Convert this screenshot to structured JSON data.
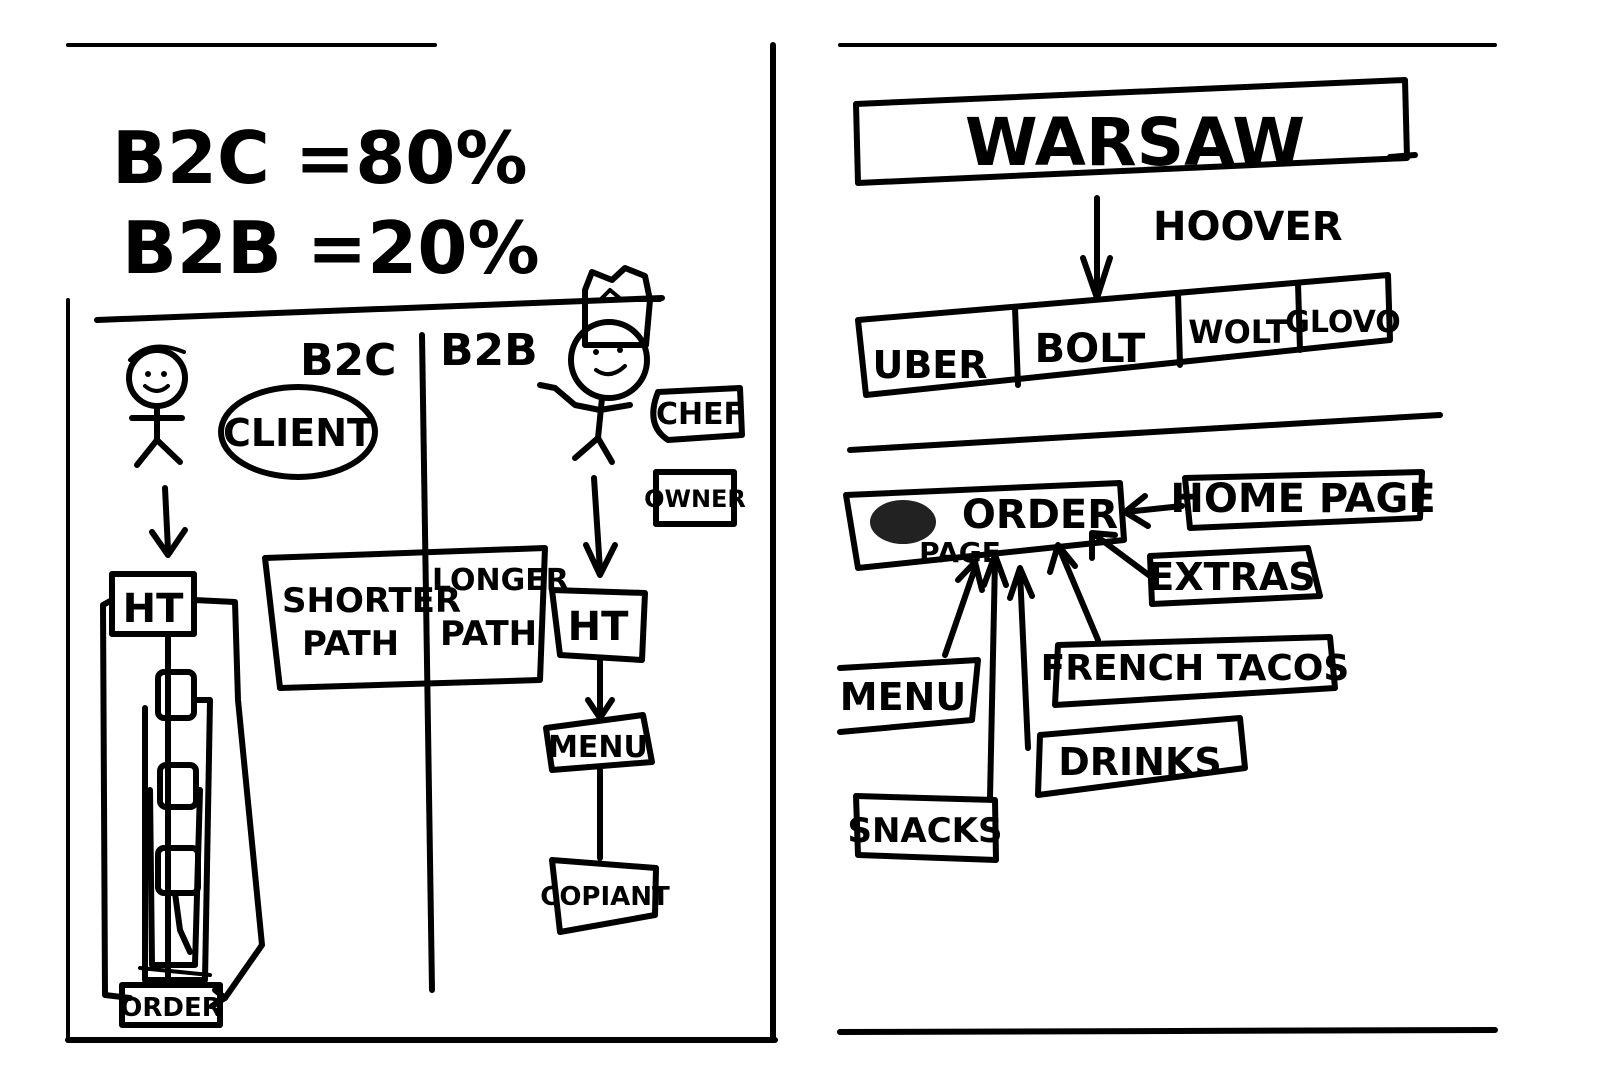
{
  "left_page": {
    "ratios": {
      "b2c": "B2C =80%",
      "b2b": "B2B =20%"
    },
    "columns": {
      "b2c": "B2C",
      "b2b": "B2B"
    },
    "client_label": "CLIENT",
    "chef_label": "CHEF",
    "owner_label": "OWNER",
    "path_box": {
      "shorter": [
        "SHORTER",
        "PATH"
      ],
      "longer": [
        "LONGER",
        "PATH"
      ]
    },
    "client_flow": {
      "ht": "HT",
      "order": "ORDER"
    },
    "chef_flow": {
      "ht": "HT",
      "menu": "MENU",
      "copiant": "COPIANT"
    }
  },
  "right_page": {
    "city": "WARSAW",
    "hoover_label": "HOOVER",
    "platforms": [
      "UBER",
      "BOLT",
      "WOLT",
      "GLOVO"
    ],
    "order_page": [
      "ORDER",
      "PAGE"
    ],
    "home_page": "HOME PAGE",
    "extras": "EXTRAS",
    "menu": "MENU",
    "french_tacos": "FRENCH TACOS",
    "drinks": "DRINKS",
    "snacks": "SNACKS"
  }
}
